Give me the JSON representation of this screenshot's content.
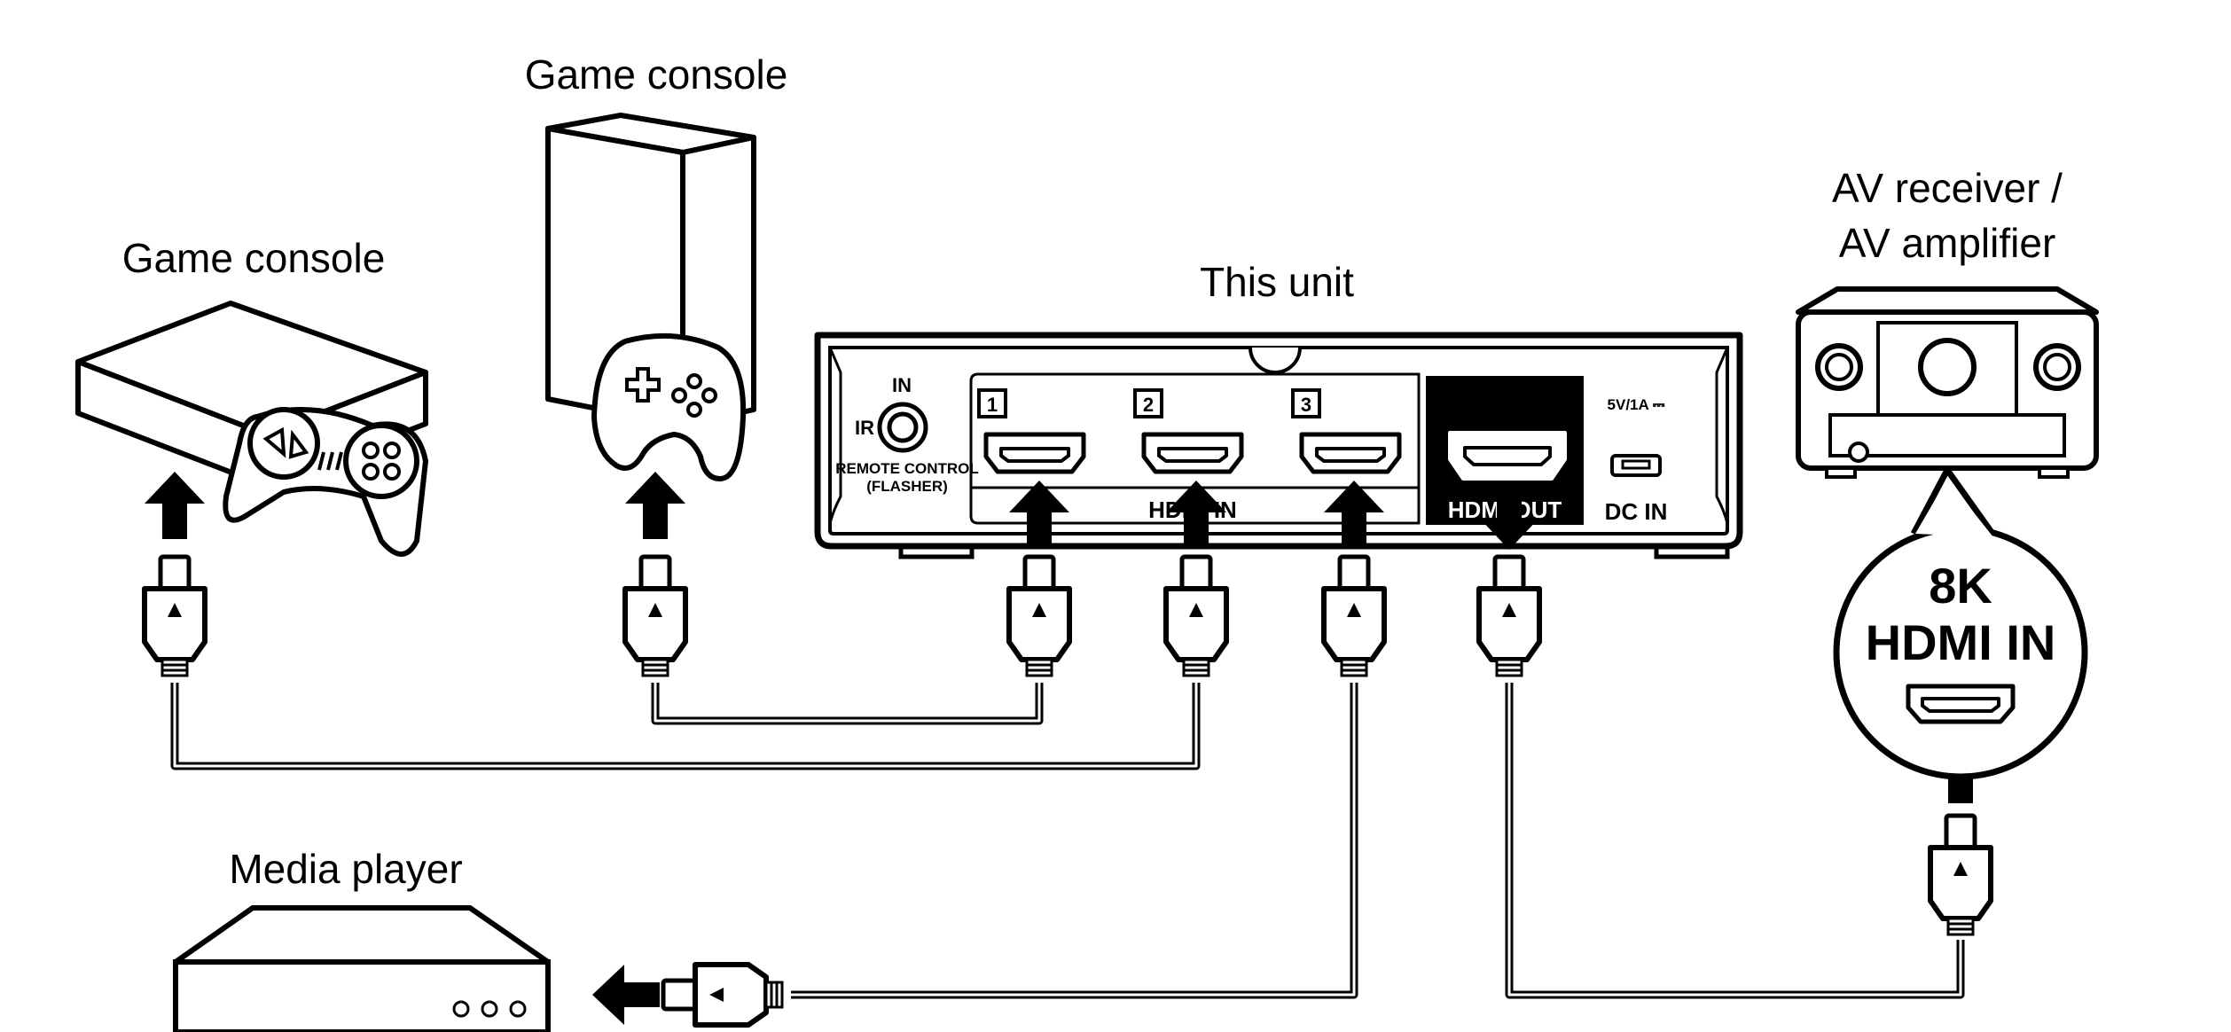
{
  "devices": {
    "game_console_left": "Game console",
    "game_console_tower": "Game console",
    "this_unit": "This unit",
    "av_receiver_line1": "AV receiver /",
    "av_receiver_line2": "AV amplifier",
    "media_player": "Media player"
  },
  "unit_panel": {
    "ir_in_label": "IN",
    "ir_label": "IR",
    "remote_control_line1": "REMOTE CONTROL",
    "remote_control_line2": "(FLASHER)",
    "input_numbers": [
      "1",
      "2",
      "3"
    ],
    "hdmi_in_label": "HDMI IN",
    "hdmi_out_label": "HDMI OUT",
    "power_rating": "5V/1A ⎓",
    "dc_in_label": "DC IN"
  },
  "callout": {
    "line1": "8K",
    "line2": "HDMI IN"
  },
  "connections": [
    {
      "from": "Game console",
      "to": "HDMI IN 2"
    },
    {
      "from": "Game console",
      "to": "HDMI IN 1"
    },
    {
      "from": "HDMI IN 3",
      "to": "Media player"
    },
    {
      "from": "HDMI OUT",
      "to": "8K HDMI IN"
    }
  ],
  "colors": {
    "line": "#000000",
    "background": "#ffffff",
    "panel_fill": "#ffffff",
    "out_section": "#000000"
  },
  "icons": [
    "gamepad-icon",
    "hdmi-plug-icon",
    "hdmi-port-icon",
    "arrow-icon",
    "knob-icon"
  ]
}
